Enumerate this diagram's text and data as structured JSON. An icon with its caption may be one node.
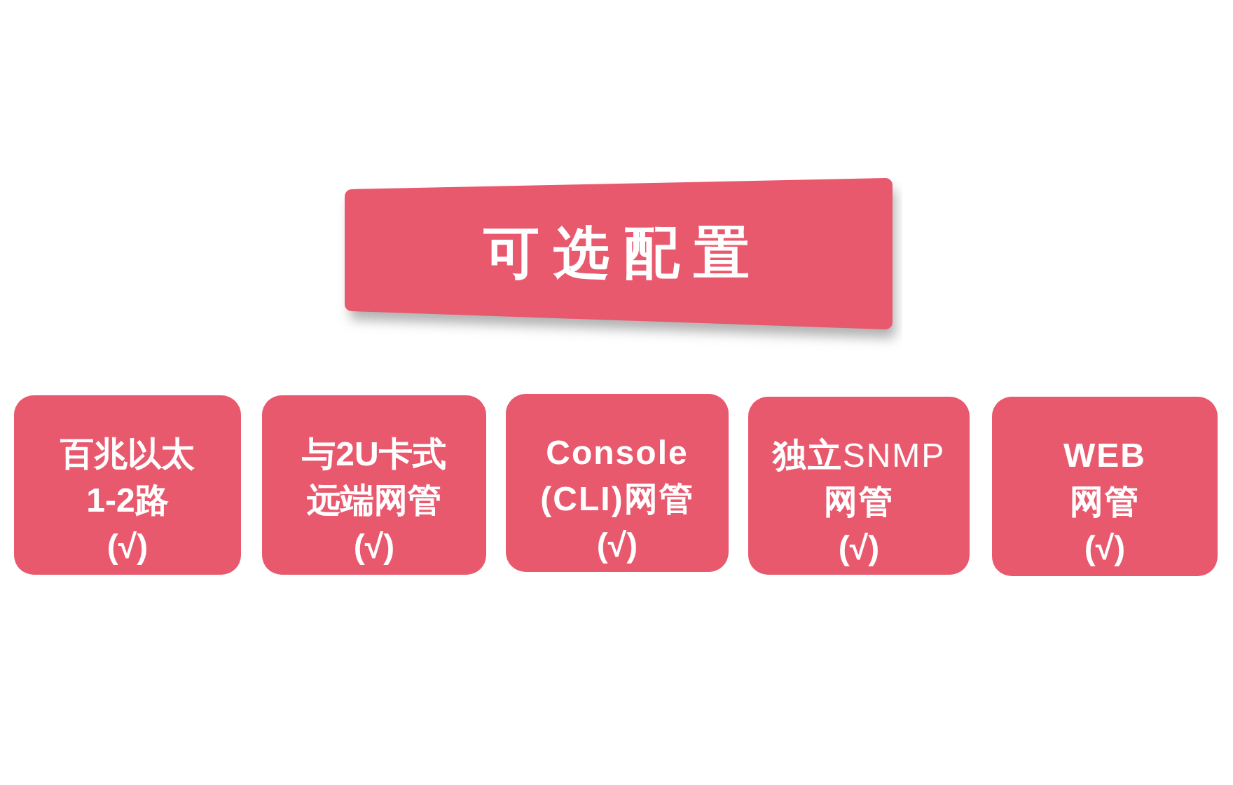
{
  "diagram": {
    "nodes": [
      {
        "text": [
          "可选配置"
        ]
      },
      {
        "text": [
          "百兆以太1-2路",
          "(√)"
        ]
      },
      {
        "text": [
          "与2U卡式远端网管",
          "(√)"
        ]
      },
      {
        "text": [
          "Console (CLI)网管",
          "(√)"
        ]
      },
      {
        "text": [
          "**独立**SNMP**网管**",
          "(√)"
        ]
      },
      {
        "text": [
          "WEB网管",
          "(√)"
        ]
      }
    ]
  }
}
